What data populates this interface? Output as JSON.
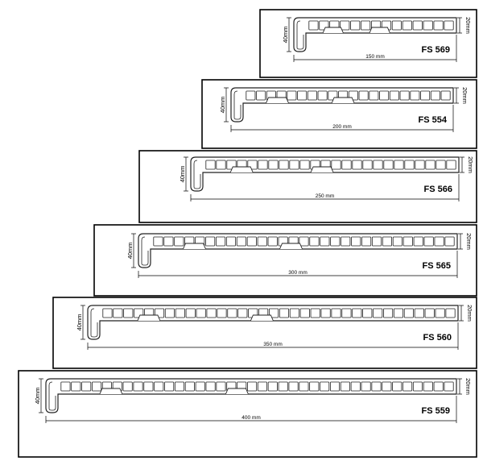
{
  "profiles": [
    {
      "label": "FS 569",
      "width": "150 mm",
      "height": "40mm",
      "thickness": "20mm"
    },
    {
      "label": "FS 554",
      "width": "200 mm",
      "height": "40mm",
      "thickness": "20mm"
    },
    {
      "label": "FS 566",
      "width": "250 mm",
      "height": "40mm",
      "thickness": "20mm"
    },
    {
      "label": "FS 565",
      "width": "300 mm",
      "height": "40mm",
      "thickness": "20mm"
    },
    {
      "label": "FS 560",
      "width": "350 mm",
      "height": "40mm",
      "thickness": "20mm"
    },
    {
      "label": "FS 559",
      "width": "400 mm",
      "height": "40mm",
      "thickness": "20mm"
    }
  ]
}
